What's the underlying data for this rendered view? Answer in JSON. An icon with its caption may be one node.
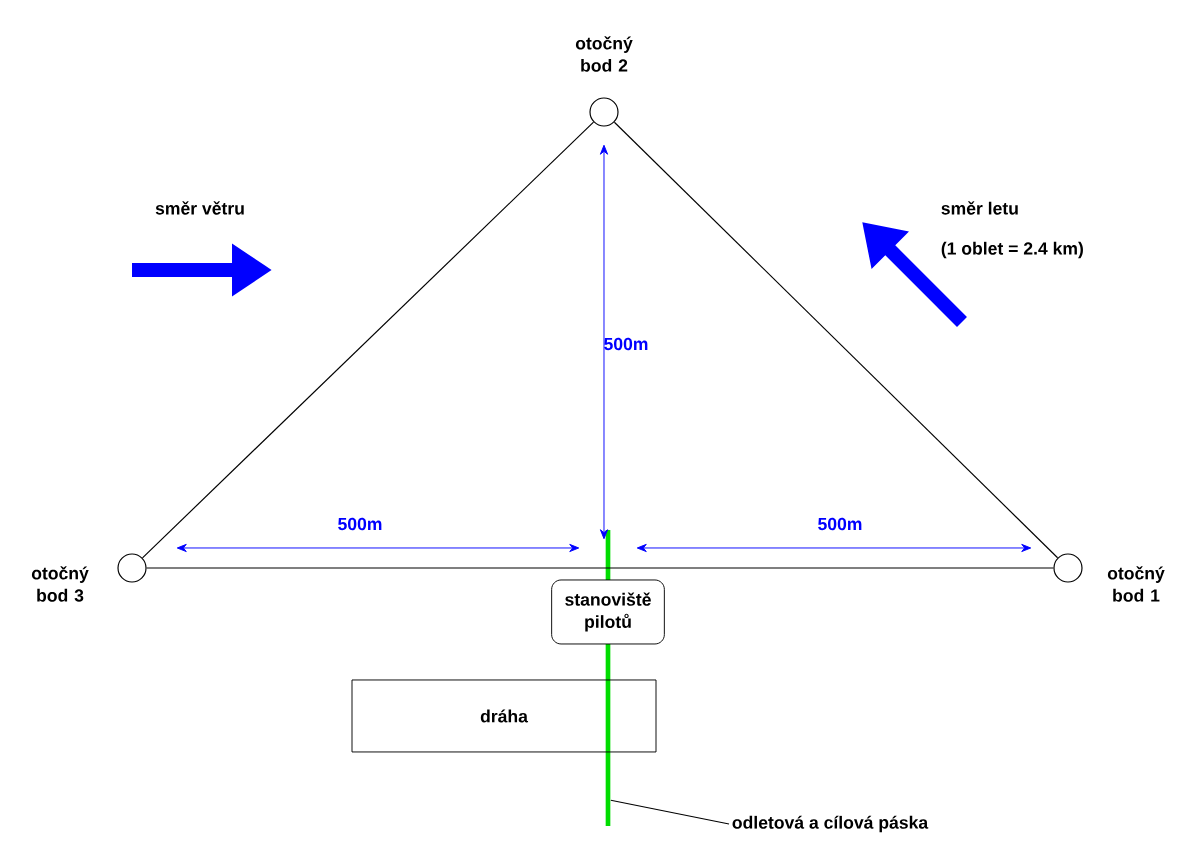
{
  "diagram": {
    "nodes": [
      {
        "text": [],
        "shape": "circle",
        "beside": [
          "otočný bod 1"
        ]
      },
      {
        "text": [],
        "shape": "circle",
        "beside": [
          "otočný bod 2"
        ]
      },
      {
        "text": [],
        "shape": "circle",
        "beside": [
          "otočný bod 3"
        ]
      },
      {
        "text": [
          "stanoviště pilotů"
        ]
      },
      {
        "text": [
          "dráha"
        ]
      },
      {
        "text": [],
        "shape": "bar"
      },
      {
        "text": [
          "odletová a cílová páska"
        ]
      }
    ],
    "edges": [
      {
        "from": 0,
        "to": 1,
        "arrow": "none"
      },
      {
        "from": 1,
        "to": 2,
        "arrow": "none"
      },
      {
        "from": 2,
        "to": 0,
        "arrow": "none"
      },
      {
        "from": 6,
        "to": 5,
        "arrow": "none"
      }
    ],
    "labels": [
      "směr větru",
      "směr letu",
      "(1 oblet = 2.4 km)",
      "500m",
      "500m",
      "500m"
    ]
  }
}
